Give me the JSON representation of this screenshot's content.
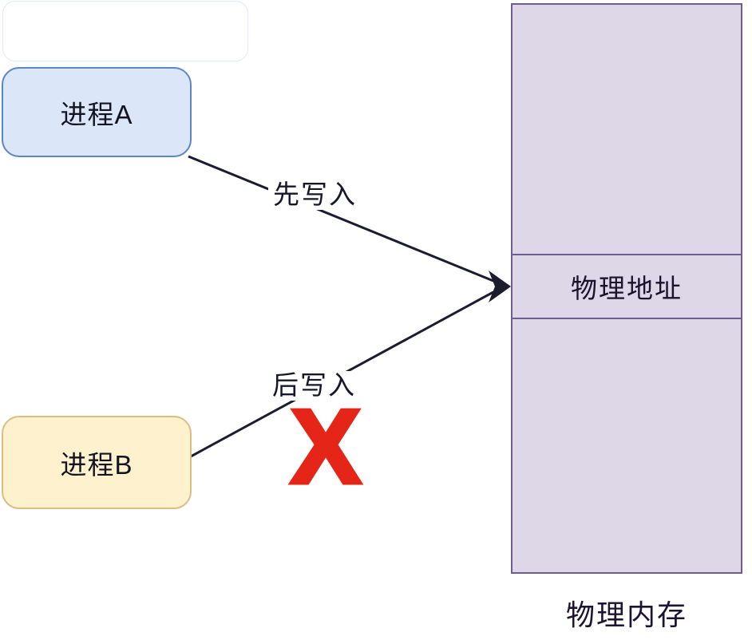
{
  "nodes": {
    "process_a": {
      "label": "进程A"
    },
    "process_b": {
      "label": "进程B"
    }
  },
  "edges": {
    "first_write": {
      "label": "先写入"
    },
    "second_write": {
      "label": "后写入"
    },
    "conflict_mark": "X"
  },
  "memory": {
    "address_label": "物理地址",
    "title": "物理内存"
  },
  "colors": {
    "process_a_fill": "#dbe7f8",
    "process_a_border": "#5c86c5",
    "process_b_fill": "#fdf2cd",
    "process_b_border": "#dcbd81",
    "memory_fill": "#ded7e8",
    "memory_border": "#6f5c90",
    "edge_line": "#1c1c30",
    "conflict_x": "#e52517"
  }
}
